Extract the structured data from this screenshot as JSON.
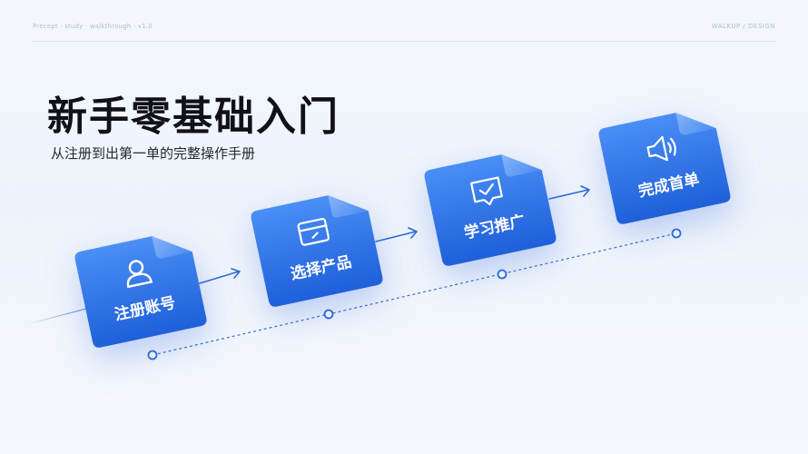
{
  "header": {
    "left_text": "Precept · study · walkthrough · v1.0",
    "right_text": "WALKUP / DESIGN"
  },
  "title": "新手零基础入门",
  "subtitle": "从注册到出第一单的完整操作手册",
  "steps": [
    {
      "label": "注册账号",
      "icon": "user-icon"
    },
    {
      "label": "选择产品",
      "icon": "browser-window-icon"
    },
    {
      "label": "学习推广",
      "icon": "chat-check-icon"
    },
    {
      "label": "完成首单",
      "icon": "megaphone-icon"
    }
  ],
  "colors": {
    "card_top": "#3f86f4",
    "card_bottom": "#1f5fd9",
    "card_tab": "#6fa6f7",
    "connector": "#2a6ad8",
    "dotted_line": "#3b6fd1"
  }
}
